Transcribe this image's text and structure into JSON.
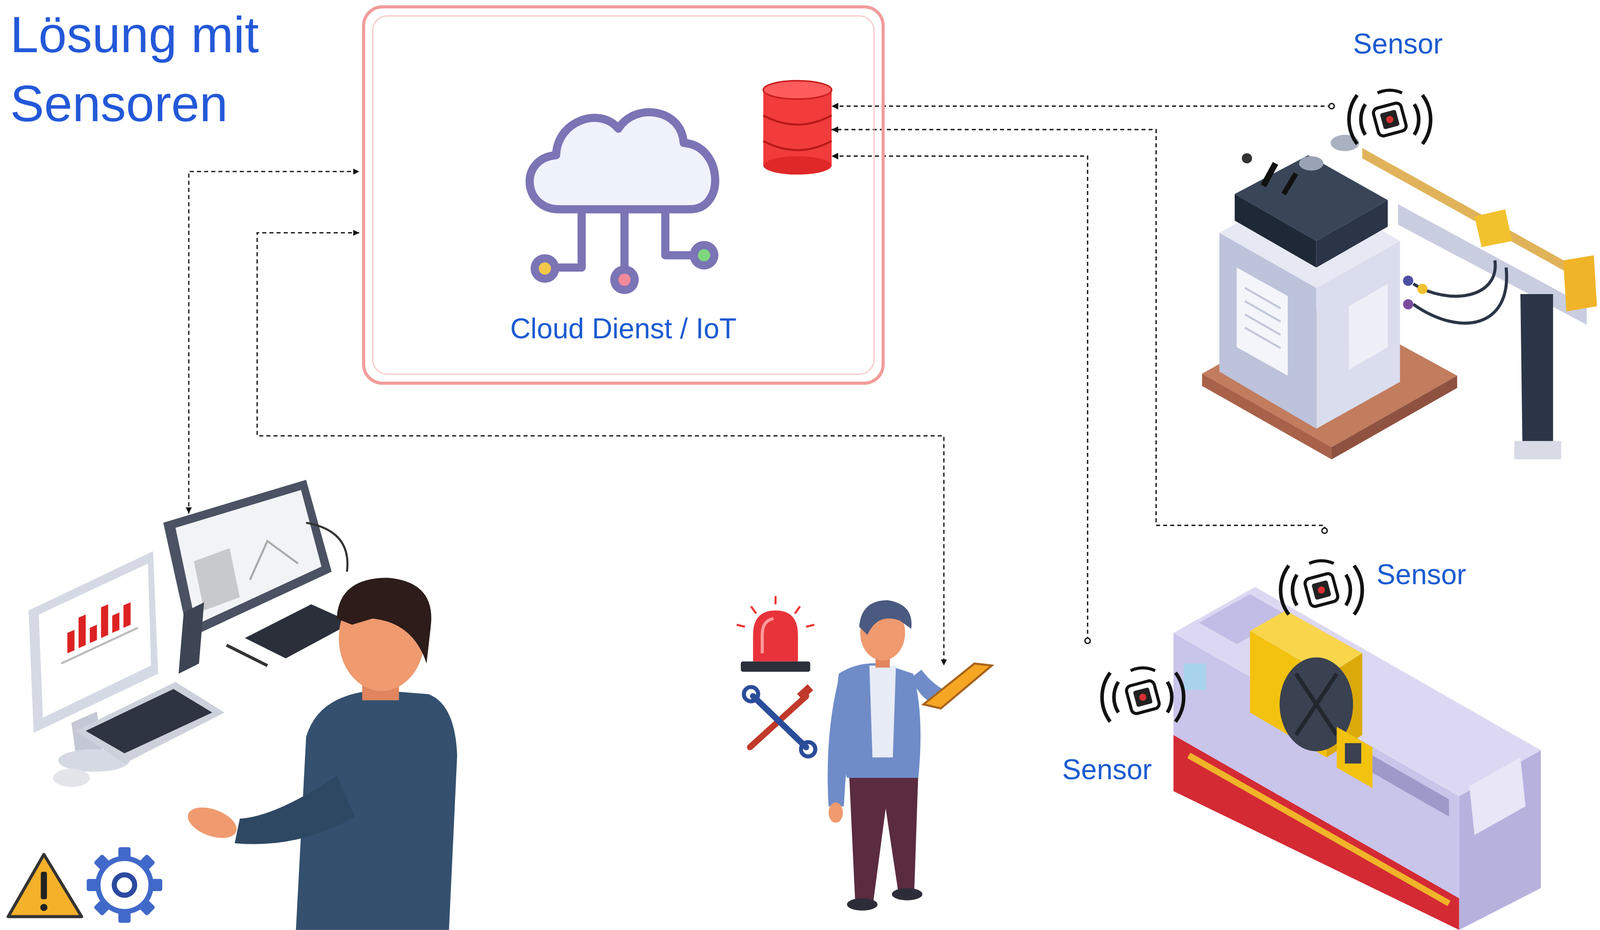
{
  "diagram": {
    "title": "Lösung mit Sensoren",
    "nodes": [
      {
        "text": [
          "Cloud Dienst / IoT"
        ]
      },
      {
        "text": [
          "Sensor"
        ]
      },
      {
        "text": [
          "Sensor"
        ]
      },
      {
        "text": [
          "Sensor"
        ]
      }
    ],
    "edges": [
      {
        "from": 1,
        "to": 0,
        "arrow": "to"
      },
      {
        "from": 2,
        "to": 0,
        "arrow": "to"
      },
      {
        "from": 3,
        "to": 0,
        "arrow": "to"
      }
    ]
  }
}
